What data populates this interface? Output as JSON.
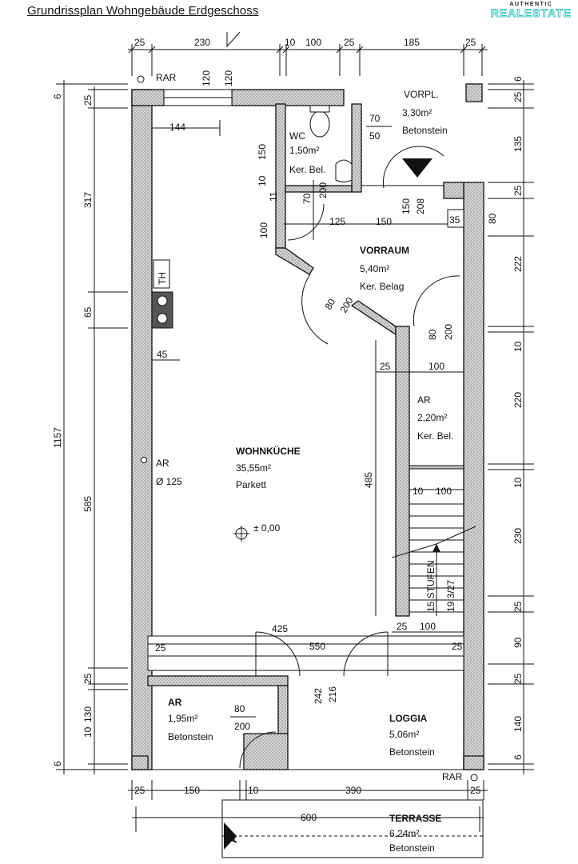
{
  "header": {
    "title": "Grundrissplan Wohngebäude Erdgeschoss",
    "logo_top": "AUTHENTIC",
    "logo_main": "REALESTATE"
  },
  "rooms": {
    "vorplatz": {
      "name": "VORPL.",
      "area": "3,30m²",
      "floor": "Betonstein"
    },
    "wc": {
      "name": "WC",
      "area": "1,50m²",
      "floor": "Ker. Bel."
    },
    "vorraum": {
      "name": "VORRAUM",
      "area": "5,40m²",
      "floor": "Ker. Belag"
    },
    "ar_stairs": {
      "name": "AR",
      "area": "2,20m²",
      "floor": "Ker. Bel."
    },
    "wohnkueche": {
      "name": "WOHNKÜCHE",
      "area": "35,55m²",
      "floor": "Parkett"
    },
    "ar_ventilation": {
      "name": "AR",
      "size": "Ø 125"
    },
    "ar_small": {
      "name": "AR",
      "area": "1,95m²",
      "floor": "Betonstein"
    },
    "loggia": {
      "name": "LOGGIA",
      "area": "5,06m²",
      "floor": "Betonstein"
    },
    "terrasse": {
      "name": "TERRASSE",
      "area": "6,24m²",
      "floor": "Betonstein"
    }
  },
  "labels": {
    "rar_top": "RAR",
    "rar_bottom": "RAR",
    "th": "TH",
    "level": "± 0,00",
    "stairs": "15 STUFEN",
    "stairs_ratio": "19,3/27",
    "section_mark": "A"
  },
  "dims_top": [
    "25",
    "230",
    "10",
    "100",
    "25",
    "185",
    "25"
  ],
  "dims_bottom": [
    "25",
    "150",
    "10",
    "390",
    "25"
  ],
  "dims_terrace": "600",
  "dims_left": [
    "6",
    "25",
    "317",
    "65",
    "585",
    "25",
    "10",
    "130",
    "6"
  ],
  "dims_left_total": "1157",
  "dims_right": [
    "6",
    "25",
    "135",
    "25",
    "80",
    "222",
    "10",
    "220",
    "10",
    "230",
    "25",
    "90",
    "25",
    "140",
    "6"
  ],
  "dims_inner": {
    "window_h1": "120",
    "window_h2": "120",
    "kitchen_w": "144",
    "wc_win_w": "70",
    "wc_win_h": "50",
    "wc_h": "150",
    "wc_10": "10",
    "wc_11": "11",
    "wc_door_w": "70",
    "wc_door_h": "200",
    "vor_h": "100",
    "vor_125": "125",
    "vor_150": "150",
    "door_150": "150",
    "door_208": "208",
    "right_35": "35",
    "diag_80": "80",
    "diag_200": "200",
    "ar_door_w": "80",
    "ar_door_h": "200",
    "kitchen_45": "45",
    "wall_25": "25",
    "stair_100": "100",
    "stair_height": "485",
    "stair_10": "10",
    "stair_100b": "100",
    "bottom_25": "25",
    "bottom_100": "100",
    "loggia_425": "425",
    "loggia_25a": "25",
    "loggia_550": "550",
    "loggia_25b": "25",
    "door_242": "242",
    "door_216": "216",
    "ar_80": "80",
    "ar_200": "200"
  }
}
